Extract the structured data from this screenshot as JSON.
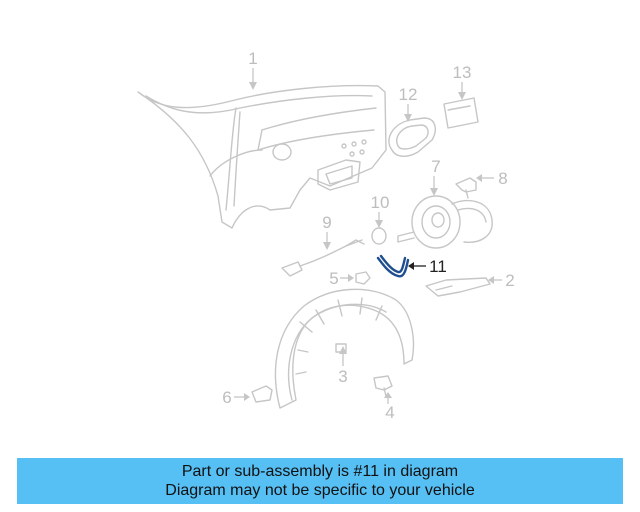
{
  "diagram": {
    "callouts": {
      "c1": "1",
      "c2": "2",
      "c3": "3",
      "c4": "4",
      "c5": "5",
      "c6": "6",
      "c7": "7",
      "c8": "8",
      "c9": "9",
      "c10": "10",
      "c11": "11",
      "c12": "12",
      "c13": "13"
    },
    "highlighted_part": "11"
  },
  "banner": {
    "line1": "Part or sub-assembly is #11 in diagram",
    "line2": "Diagram may not be specific to your vehicle"
  },
  "colors": {
    "banner_background": "#56bff4",
    "highlight": "#1f4f8f",
    "linework": "#c6c6c6"
  }
}
